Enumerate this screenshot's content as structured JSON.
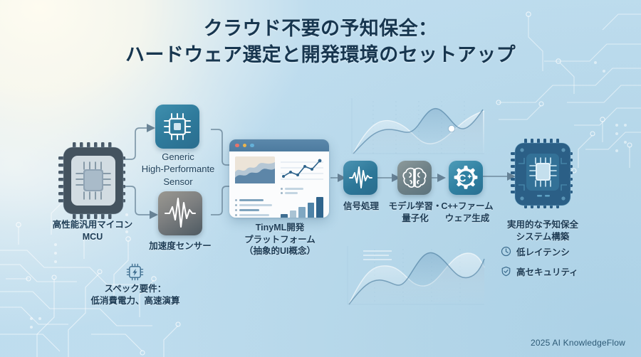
{
  "title": {
    "line1": "クラウド不要の予知保全：",
    "line2": "ハードウェア選定と開発環境のセットアップ"
  },
  "nodes": {
    "mcu": {
      "label_line1": "高性能汎用マイコン",
      "label_line2": "MCU",
      "icon": "microchip-icon"
    },
    "sensor": {
      "label_line1": "Generic",
      "label_line2": "High-Performante",
      "label_line3": "Sensor",
      "icon": "chip-sensor-icon"
    },
    "accel": {
      "label_line1": "加速度センサー",
      "icon": "waveform-icon"
    },
    "platform": {
      "label_line1": "TinyML開発",
      "label_line2": "プラットフォーム",
      "label_line3": "（抽象的UI概念）",
      "icon": "dashboard-window-icon"
    },
    "result": {
      "label_line1": "実用的な予知保全",
      "label_line2": "システム構築",
      "icon": "cpu-chip-icon"
    }
  },
  "pipeline": [
    {
      "id": "signal",
      "label_line1": "信号処理",
      "label_line2": "",
      "icon": "pulse-waveform-icon"
    },
    {
      "id": "training",
      "label_line1": "モデル学習・",
      "label_line2": "量子化",
      "icon": "brain-icon"
    },
    {
      "id": "firmware",
      "label_line1": "C++ファーム",
      "label_line2": "ウェア生成",
      "icon": "gear-cpp-icon"
    }
  ],
  "spec_note": {
    "icon": "chip-bolt-icon",
    "line1": "スペック要件：",
    "line2": "低消費電力、高速演算"
  },
  "facts": [
    {
      "icon": "clock-icon",
      "label": "低レイテンシ"
    },
    {
      "icon": "shield-icon",
      "label": "高セキュリティ"
    }
  ],
  "footer": {
    "text": "2025 AI KnowledgeFlow"
  },
  "window_dots": [
    "#e8736a",
    "#eab44e",
    "#64b0d8"
  ],
  "colors": {
    "title": "#17364f",
    "label": "#1d3c55",
    "accent_teal": "#2f7b9c",
    "accent_slate": "#6e8187",
    "bg_right": "#aed3e8",
    "bg_left": "#fbfaf2"
  }
}
